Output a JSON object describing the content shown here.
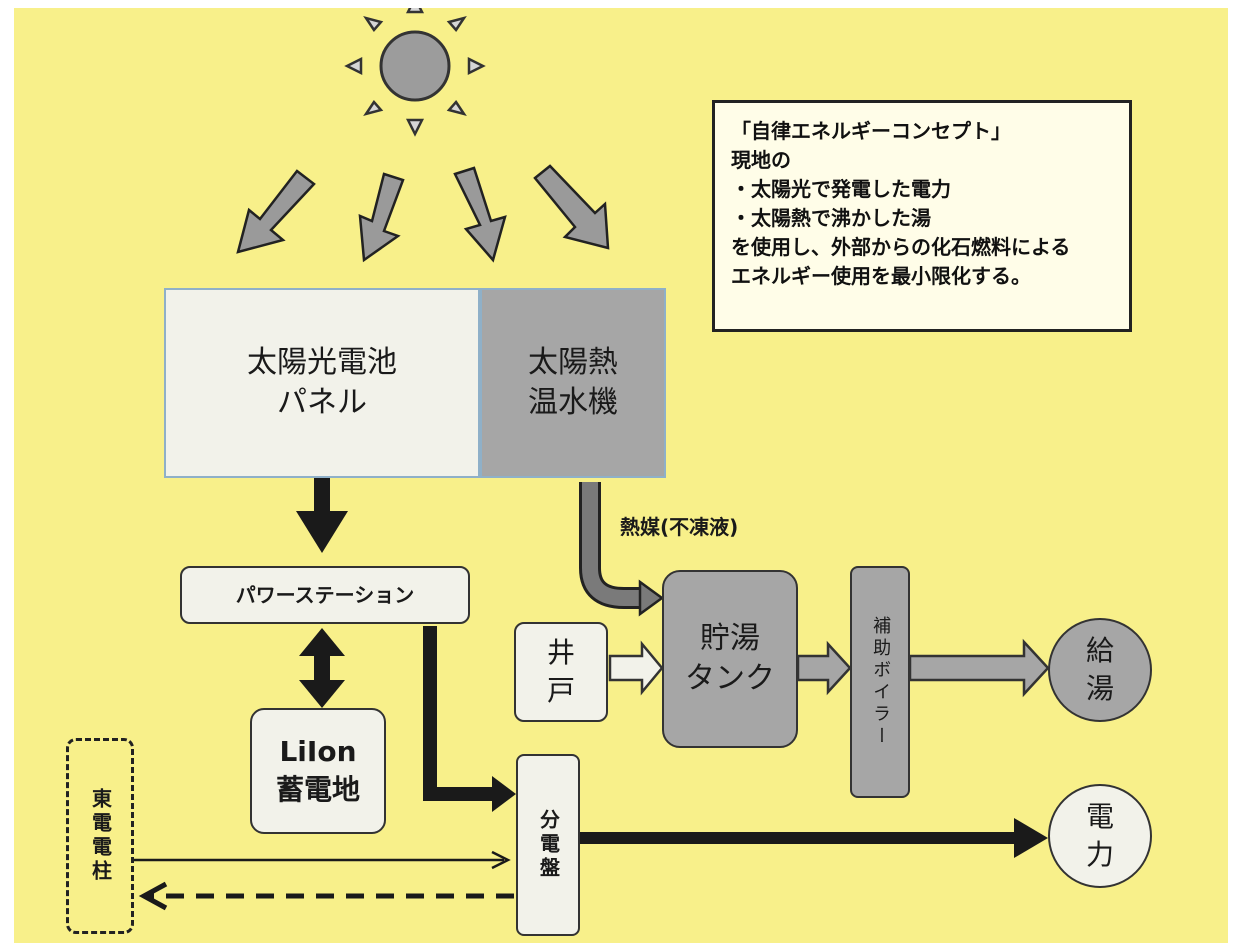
{
  "concept_note": {
    "title": "「自律エネルギーコンセプト」",
    "lines": [
      "現地の",
      "・太陽光で発電した電力",
      "・太陽熱で沸かした湯",
      "を使用し、外部からの化石燃料による",
      "エネルギー使用を最小限化する。"
    ]
  },
  "nodes": {
    "solar_panel": "太陽光電池\nパネル",
    "solar_heater": "太陽熱\n温水機",
    "power_station": "パワーステーション",
    "battery": "LiIon\n蓄電地",
    "well": "井\n戸",
    "storage_tank": "貯湯\nタンク",
    "aux_boiler": "補助ボイラー",
    "hot_water": "給\n湯",
    "distribution_board": "分電盤",
    "utility_pole": "東電電柱",
    "power": "電\n力"
  },
  "edge_labels": {
    "heat_medium": "熱媒(不凍液)"
  },
  "colors": {
    "background": "#f8f08a",
    "light_box": "#f2f2ea",
    "dark_box": "#a6a6a6",
    "arrow_gray": "#9a9a9a",
    "arrow_dark": "#1a1a1a"
  }
}
